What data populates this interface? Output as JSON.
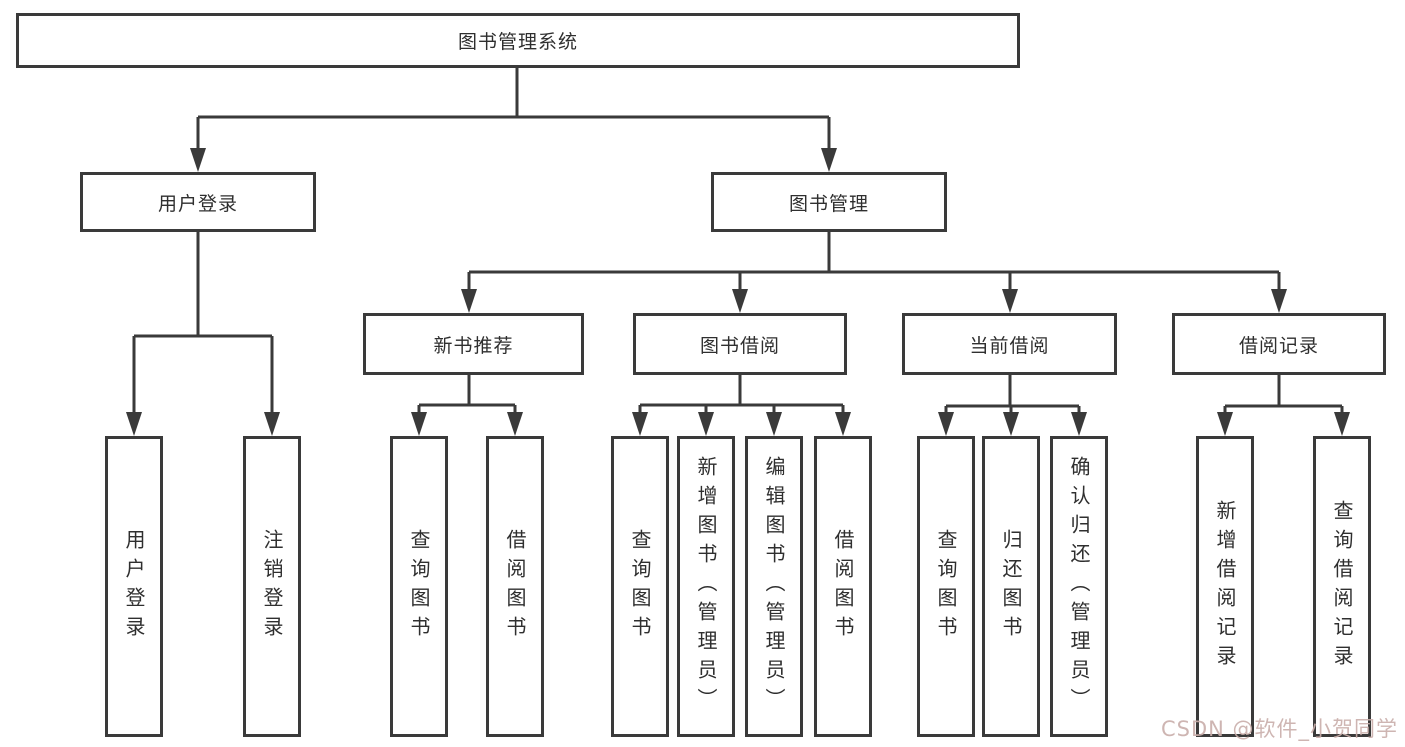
{
  "tree": {
    "root": {
      "label": "图书管理系统"
    },
    "children": [
      {
        "label": "用户登录",
        "children": [
          {
            "label": "用户登录"
          },
          {
            "label": "注销登录"
          }
        ]
      },
      {
        "label": "图书管理",
        "children": [
          {
            "label": "新书推荐",
            "children": [
              {
                "label": "查询图书"
              },
              {
                "label": "借阅图书"
              }
            ]
          },
          {
            "label": "图书借阅",
            "children": [
              {
                "label": "查询图书"
              },
              {
                "label": "新增图书（管理员）"
              },
              {
                "label": "编辑图书（管理员）"
              },
              {
                "label": "借阅图书"
              }
            ]
          },
          {
            "label": "当前借阅",
            "children": [
              {
                "label": "查询图书"
              },
              {
                "label": "归还图书"
              },
              {
                "label": "确认归还（管理员）"
              }
            ]
          },
          {
            "label": "借阅记录",
            "children": [
              {
                "label": "新增借阅记录"
              },
              {
                "label": "查询借阅记录"
              }
            ]
          }
        ]
      }
    ]
  },
  "watermark": {
    "text": "CSDN @软件_小贺同学"
  },
  "colors": {
    "line": "#3a3a3a",
    "text": "#2f2f2f",
    "background": "#ffffff",
    "watermark": "#c9aeaa"
  }
}
